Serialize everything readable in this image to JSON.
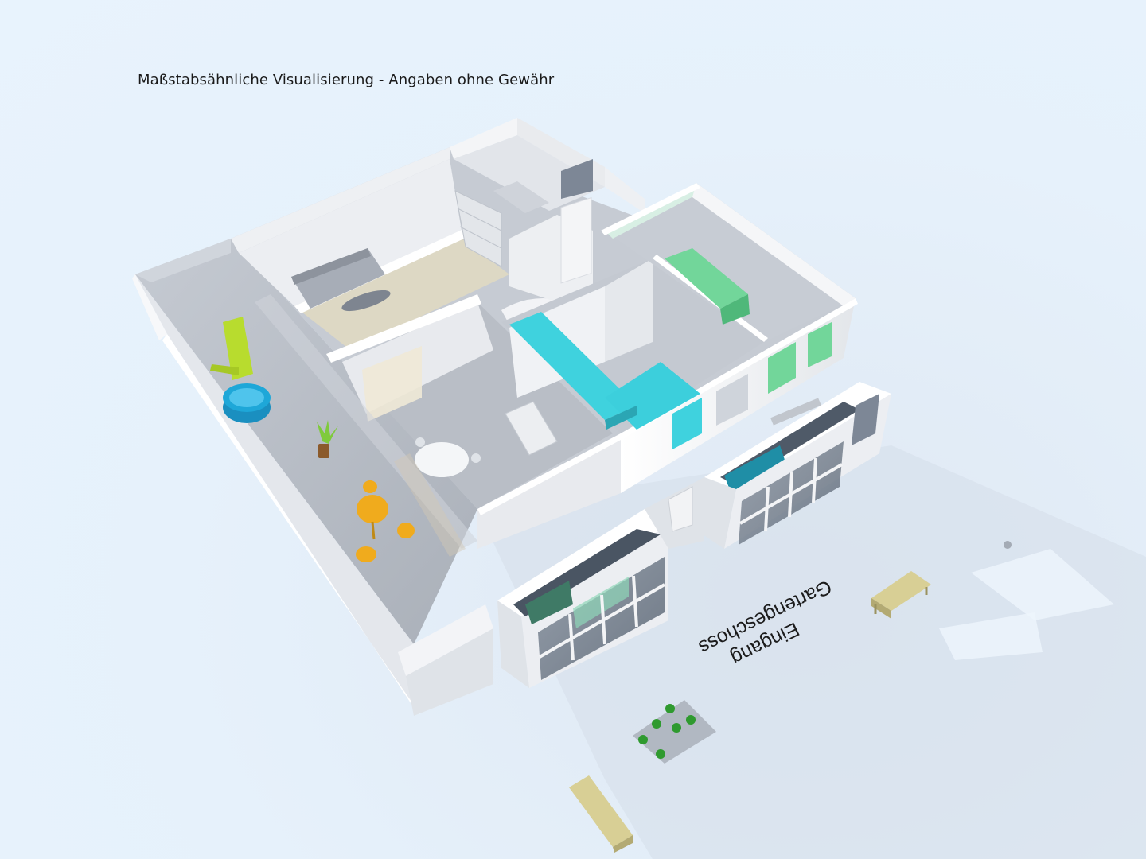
{
  "header": {
    "caption": "Maßstabsähnliche Visualisierung - Angaben ohne Gewähr"
  },
  "entrance": {
    "line1": "Eingang",
    "line2": "Gartengeschoss"
  },
  "colors": {
    "background": "#e6f1fb",
    "wall_white": "#f6f7f9",
    "wall_shadow": "#d7dbe1",
    "floor_grey": "#b9bec6",
    "floor_living": "#ddd8c4",
    "bed_cyan": "#3fd2de",
    "bed_green": "#72d69a",
    "bed_dark_teal": "#1f8ea6",
    "chair_yellow": "#f0ab1d",
    "deckchair_lime": "#b8dc2e",
    "pool_blue": "#1ea7d8",
    "bench_wood": "#d8cf95"
  },
  "rooms": [
    {
      "name": "terrace"
    },
    {
      "name": "living-room"
    },
    {
      "name": "dining-kitchen"
    },
    {
      "name": "bathroom"
    },
    {
      "name": "hallway"
    },
    {
      "name": "bedroom-cyan"
    },
    {
      "name": "bedroom-green"
    },
    {
      "name": "garden-level-room-left"
    },
    {
      "name": "garden-level-room-right"
    }
  ]
}
